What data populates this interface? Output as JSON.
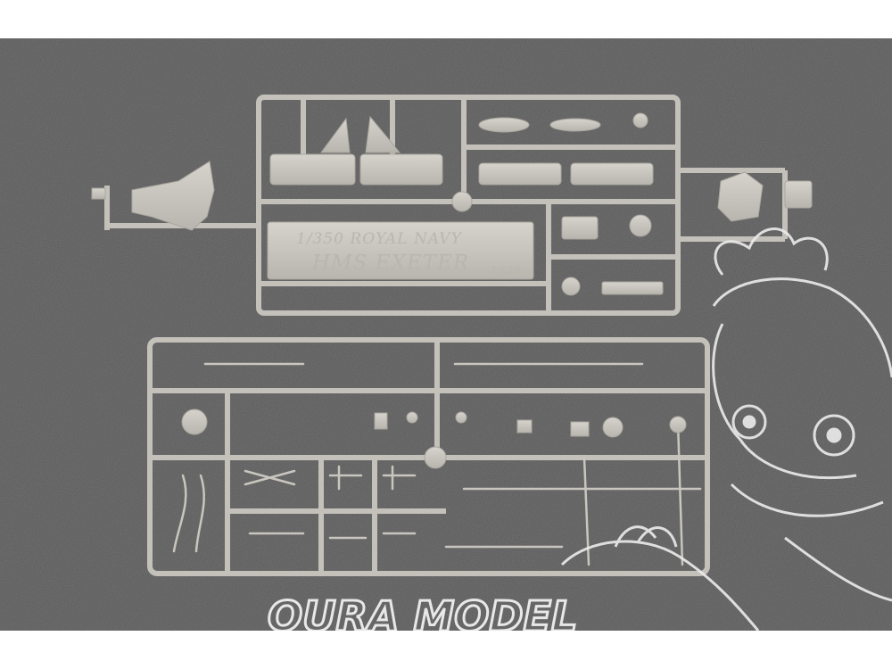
{
  "photo": {
    "background_color": "#5b5b5b",
    "plastic_color": "#c9c6bf",
    "watermark_color": "#eeeeee"
  },
  "sprue_top": {
    "plate_line1": "1/350 ROYAL NAVY",
    "plate_line2": "HMS EXETER",
    "plate_year": "1939"
  },
  "watermark": {
    "text": "OURA MODEL"
  }
}
